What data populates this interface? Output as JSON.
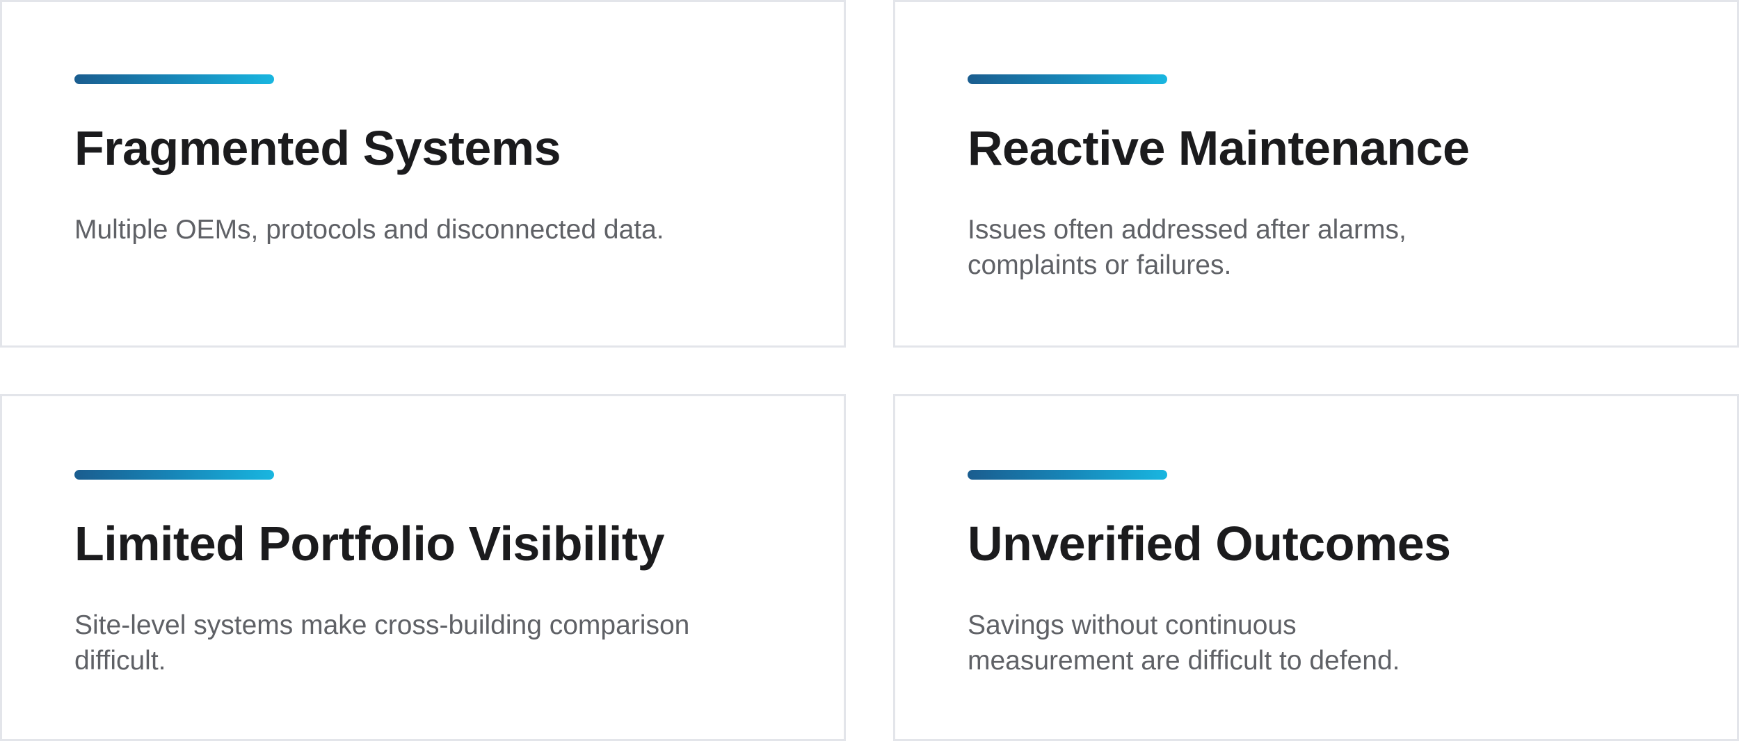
{
  "cards": [
    {
      "title": "Fragmented Systems",
      "description": "Multiple OEMs, protocols and disconnected data."
    },
    {
      "title": "Reactive Maintenance",
      "description": "Issues often addressed after alarms, complaints or failures."
    },
    {
      "title": "Limited Portfolio Visibility",
      "description": "Site-level systems make cross-building comparison difficult."
    },
    {
      "title": "Unverified Outcomes",
      "description": "Savings without continuous measurement are difficult to defend."
    }
  ],
  "colors": {
    "accent_start": "#1a5d8f",
    "accent_end": "#19b6e0",
    "title": "#1b1b1d",
    "description": "#5f6166",
    "card_border": "#e3e5ea"
  }
}
